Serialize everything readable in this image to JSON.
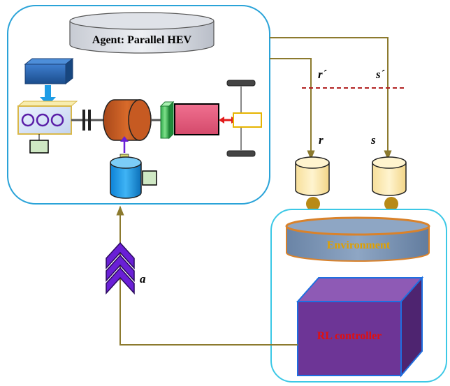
{
  "agent": {
    "title": "Agent: Parallel HEV"
  },
  "environment": {
    "title": "Environment"
  },
  "controller": {
    "title": "RL controller"
  },
  "signals": {
    "reward_next": "r´",
    "state_next": "s´",
    "reward": "r",
    "state": "s",
    "action": "a"
  },
  "colors": {
    "agent_border": "#2aa3d8",
    "env_border": "#3cc8e6",
    "wire": "#8c7a2e",
    "dashed_divider": "#b22222",
    "env_title_text": "#e0a000",
    "controller_text": "#e01010",
    "action_arrow": "#6a1fd6",
    "buffer_fill": "#fdeeb8",
    "buffer_knob": "#b88a16",
    "controller_front": "#6d3596",
    "controller_top": "#8e5ab5",
    "controller_side": "#4e2470",
    "env_disk": "#7a93b3",
    "env_rim": "#d9822b"
  },
  "icons": {
    "ecu": "ecu-block-icon",
    "engine": "engine-icon",
    "clutch": "clutch-icon",
    "motor": "electric-motor-icon",
    "gearbox": "gearbox-icon",
    "transmission": "transmission-icon",
    "axle": "axle-wheels-icon",
    "battery_motor": "battery-motor-icon"
  }
}
